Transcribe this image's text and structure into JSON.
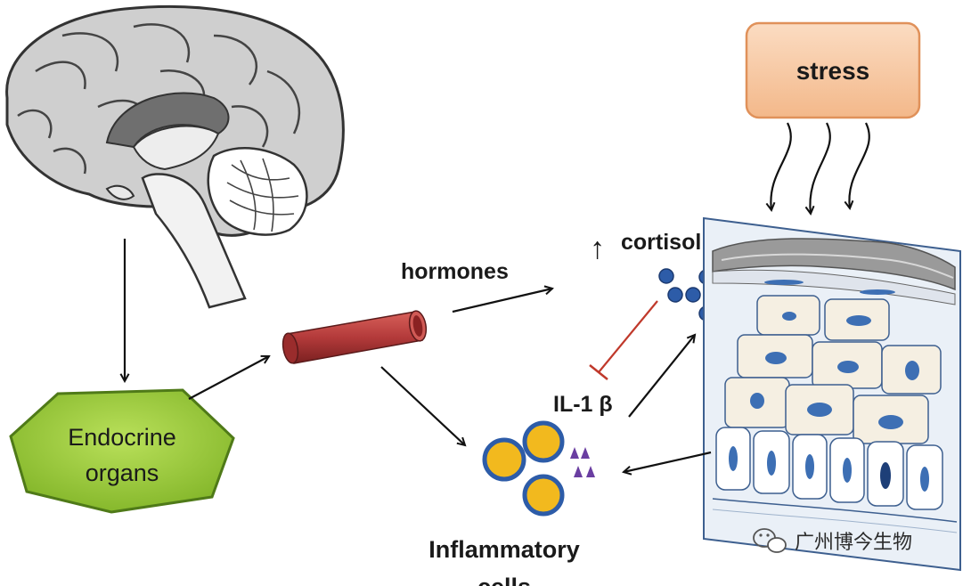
{
  "nodes": {
    "stress": "stress",
    "endocrine_line1": "Endocrine",
    "endocrine_line2": "organs",
    "hormones": "hormones",
    "cortisol": "cortisol",
    "il1b": "IL-1 β",
    "inflammatory_line1": "Inflammatory",
    "inflammatory_line2": "cells"
  },
  "symbols": {
    "up_arrow": "↑"
  },
  "watermark": {
    "text": "广州博今生物",
    "icon": "wechat-icon"
  },
  "colors": {
    "stress_fill": "#f7c7a0",
    "stress_stroke": "#e0915a",
    "endocrine_fill": "#9acb3c",
    "endocrine_stroke": "#4f7a18",
    "vessel": "#b33a3a",
    "cell_fill": "#f2b91e",
    "cell_ring": "#2d5ca8",
    "inhibition": "#c0392b",
    "triangle": "#6a3ea1",
    "tissue_nucleus": "#3d6fb4",
    "tissue_cell": "#f5efe2"
  }
}
